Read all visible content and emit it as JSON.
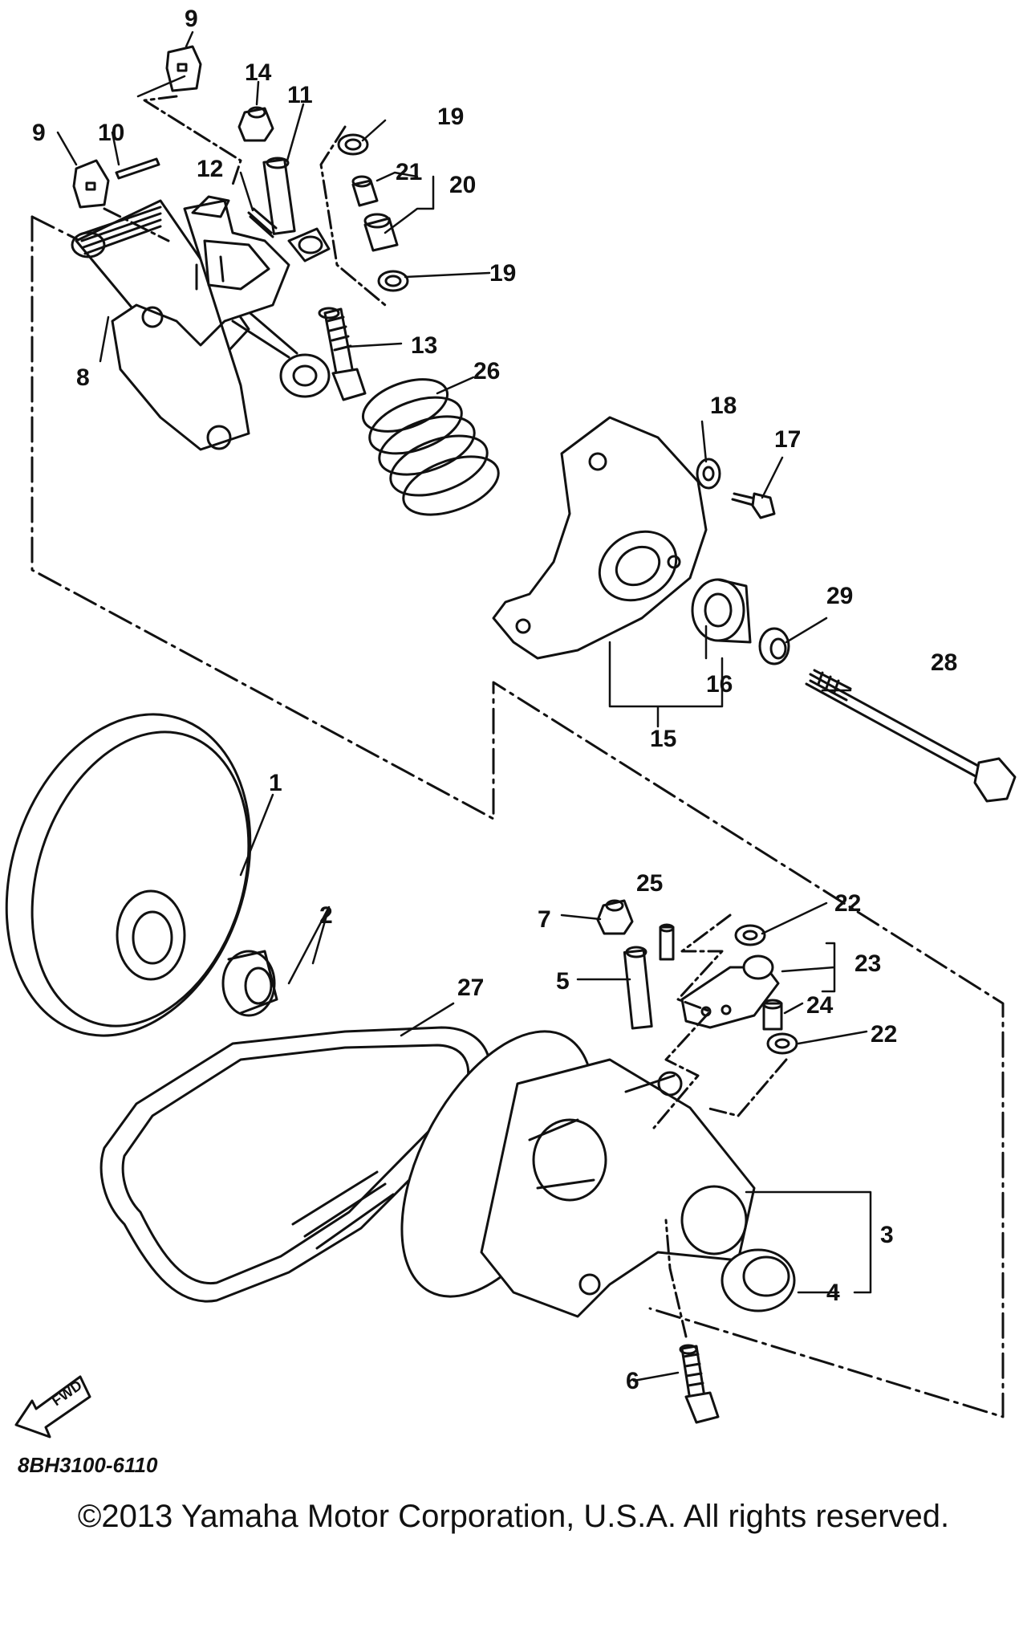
{
  "diagram_code": "8BH3100-6110",
  "copyright": "©2013 Yamaha Motor Corporation, U.S.A. All rights reserved.",
  "fwd_label": "FWD",
  "part_labels": {
    "p1": "1",
    "p2": "2",
    "p3": "3",
    "p4": "4",
    "p5": "5",
    "p6": "6",
    "p7": "7",
    "p8": "8",
    "p9a": "9",
    "p9b": "9",
    "p10": "10",
    "p11": "11",
    "p12": "12",
    "p13": "13",
    "p14": "14",
    "p15": "15",
    "p16": "16",
    "p17": "17",
    "p18": "18",
    "p19a": "19",
    "p19b": "19",
    "p20": "20",
    "p21": "21",
    "p22a": "22",
    "p22b": "22",
    "p23": "23",
    "p24": "24",
    "p25": "25",
    "p26": "26",
    "p27": "27",
    "p28": "28",
    "p29": "29"
  }
}
